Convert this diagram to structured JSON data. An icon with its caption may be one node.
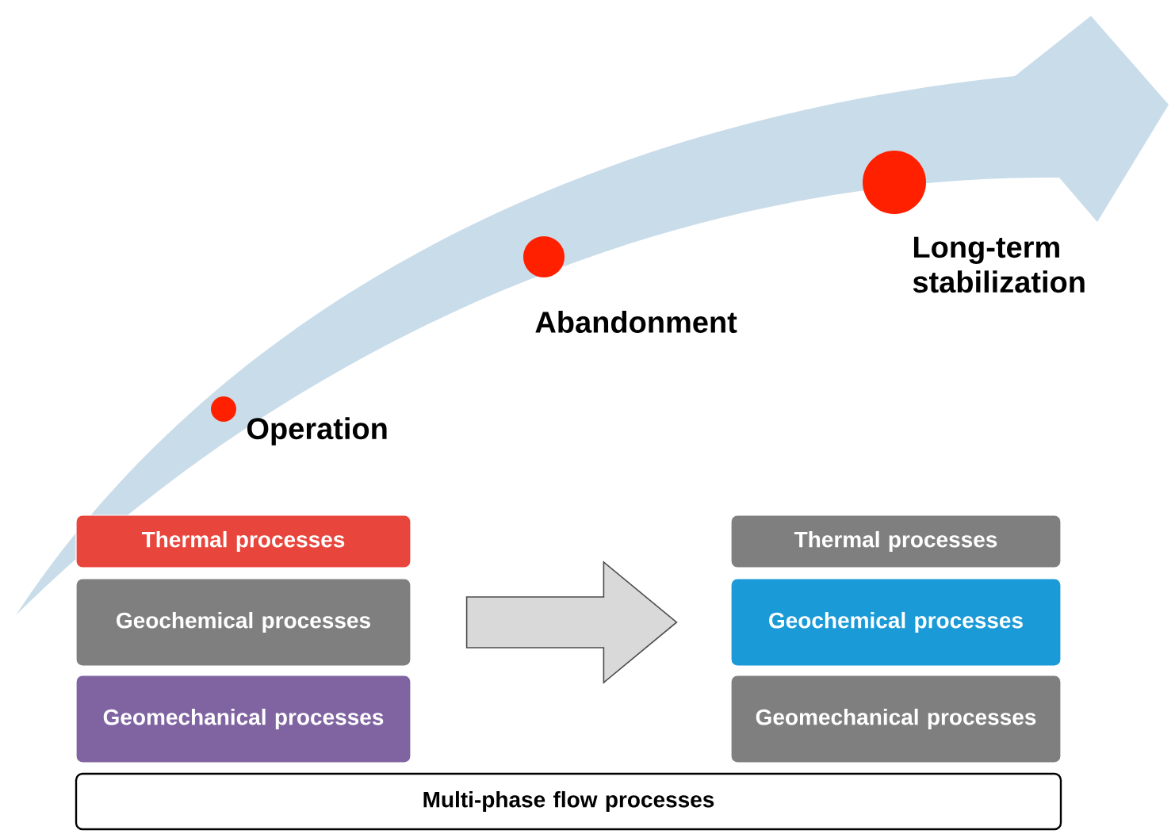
{
  "diagram": {
    "nodes": [
      {
        "text": [],
        "shape": "circle",
        "beside": [
          "Operation"
        ]
      },
      {
        "text": [],
        "shape": "circle",
        "beside": [
          "Abandonment"
        ]
      },
      {
        "text": [],
        "shape": "circle",
        "beside": [
          "Long-term stabilization"
        ]
      },
      {
        "text": [
          "Thermal processes"
        ]
      },
      {
        "text": [
          "Geochemical processes"
        ]
      },
      {
        "text": [
          "Geomechanical processes"
        ]
      },
      {
        "text": [
          "Thermal processes"
        ]
      },
      {
        "text": [
          "Geochemical processes"
        ]
      },
      {
        "text": [
          "Geomechanical processes"
        ]
      },
      {
        "text": [
          "Multi-phase flow processes"
        ]
      }
    ],
    "edges": [
      {
        "from": 4,
        "to": 7,
        "arrow": "to"
      }
    ]
  }
}
